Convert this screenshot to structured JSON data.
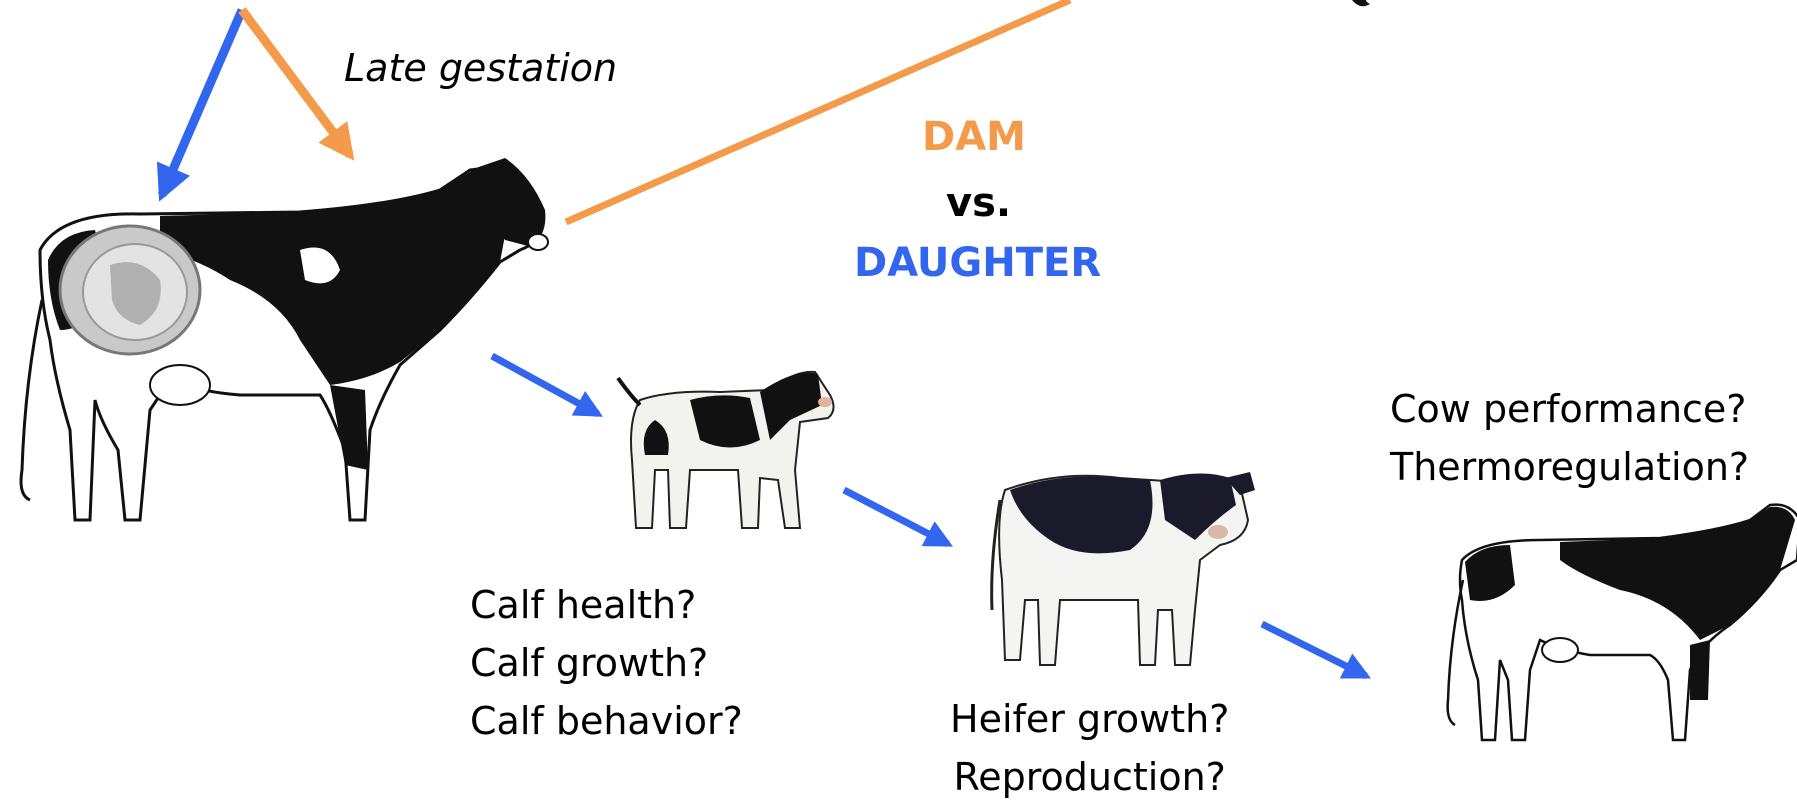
{
  "labels": {
    "late_gestation": "Late gestation",
    "dam": "DAM",
    "vs": "vs.",
    "daughter": "DAUGHTER"
  },
  "calf_questions": [
    "Calf health?",
    "Calf growth?",
    "Calf behavior?"
  ],
  "heifer_questions": [
    "Heifer growth?",
    "Reproduction?"
  ],
  "cow_questions": [
    "Cow performance?",
    "Thermoregulation?"
  ],
  "colors": {
    "dam_orange": "#f39a4b",
    "daughter_blue": "#3366ee"
  }
}
